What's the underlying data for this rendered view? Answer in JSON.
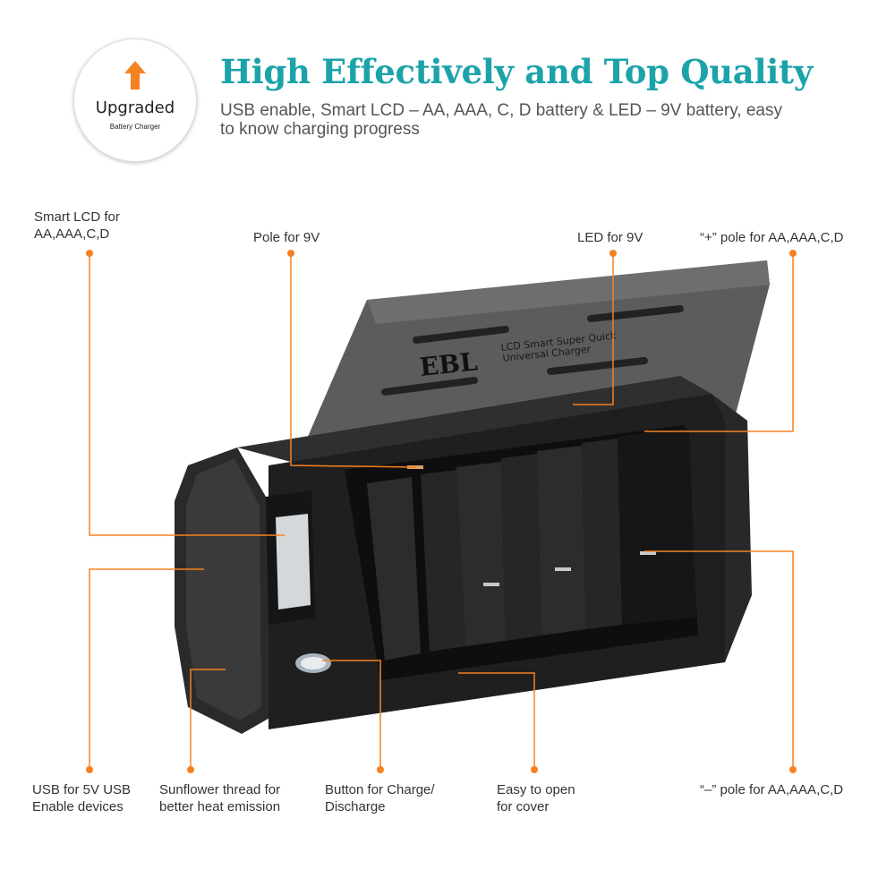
{
  "badge": {
    "title": "Upgraded",
    "subtitle": "Battery Charger",
    "icon": "up-arrow-icon",
    "arrow_color": "#f58220"
  },
  "headline": "High Effectively and Top Quality",
  "subheadline": "USB enable, Smart LCD – AA, AAA, C, D battery & LED – 9V battery, easy to know charging progress",
  "product": {
    "brand": "EBL",
    "lid_text_line1": "LCD Smart Super Quick",
    "lid_text_line2": "Universal Charger"
  },
  "callouts": {
    "smart_lcd": "Smart LCD for\nAA,AAA,C,D",
    "pole_9v": "Pole for 9V",
    "led_9v": "LED for 9V",
    "plus_pole": "“+” pole for AA,AAA,C,D",
    "usb": "USB for 5V USB\nEnable devices",
    "sunflower": "Sunflower thread for\nbetter heat emission",
    "button": "Button for Charge/\nDischarge",
    "cover": "Easy to open\nfor cover",
    "minus_pole": "“–” pole for AA,AAA,C,D"
  },
  "colors": {
    "headline": "#1ba3a9",
    "callout_line": "#f58220",
    "charger_body": "#1f1f1f",
    "lid": "#5a5a5a"
  }
}
